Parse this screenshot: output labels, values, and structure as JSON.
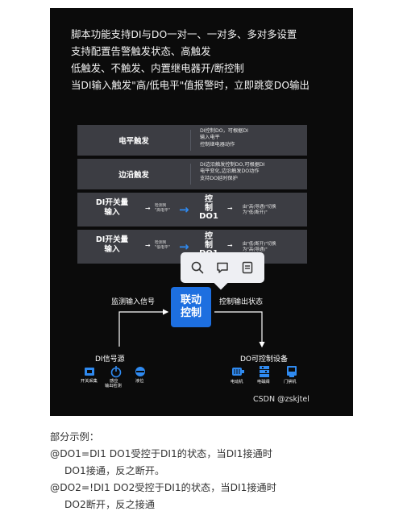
{
  "intro_lines": [
    "脚本功能支持DI与DO一对一、一对多、多对多设置",
    "支持配置告警触发状态、高触发",
    "低触发、不触发、内置继电器开/断控制",
    "当DI输入触发\"高/低电平\"值报警时，立即跳变DO输出"
  ],
  "table": {
    "rows": [
      {
        "label": "电平触发",
        "desc": [
          "DI控制DO，可根据DI",
          "输入电平",
          "控制继电器动作"
        ]
      },
      {
        "label": "边沿触发",
        "desc": [
          "DI边沿触发控制DO,可根据DI",
          "电平变化,边沿触发DO动作",
          "支持DO延时保护"
        ]
      }
    ],
    "di_rows": [
      {
        "label": [
          "DI开关量",
          "输入"
        ],
        "mini": [
          "检测到",
          "\"高电平\""
        ],
        "ctl": [
          "控",
          "制",
          "DO1"
        ],
        "ctl_desc": [
          "由\"高(导通)\"切换",
          "为\"低(断开)\""
        ]
      },
      {
        "label": [
          "DI开关量",
          "输入"
        ],
        "mini": [
          "检测到",
          "\"低电平\""
        ],
        "ctl": [
          "控",
          "制",
          "DO1"
        ],
        "ctl_desc": [
          "由\"低(断开)\"切换",
          "为\"高(导通)\""
        ]
      }
    ]
  },
  "toolbar": {
    "buttons": [
      {
        "icon": "search-icon"
      },
      {
        "icon": "comment-icon"
      },
      {
        "icon": "note-icon"
      }
    ]
  },
  "flow": {
    "center": [
      "联动",
      "控制"
    ],
    "left_label": "监测输入信号",
    "right_label": "控制输出状态",
    "source_label": "DI信号源",
    "device_label": "DO可控制设备",
    "source_icons": [
      {
        "icon": "switch-icon",
        "label": [
          "开关采集"
        ]
      },
      {
        "icon": "sensor-icon",
        "label": [
          "感应",
          "输出检测"
        ]
      },
      {
        "icon": "level-icon",
        "label": [
          "液位"
        ]
      }
    ],
    "device_icons": [
      {
        "icon": "motor-icon",
        "label": [
          "电动机"
        ]
      },
      {
        "icon": "valve-icon",
        "label": [
          "电磁阀"
        ]
      },
      {
        "icon": "door-icon",
        "label": [
          "门禁机"
        ]
      }
    ]
  },
  "credit": "CSDN @zskjtel",
  "example": {
    "title": "部分示例：",
    "lines": [
      "@DO1=DI1  DO1受控于DI1的状态，当DI1接通时",
      "DO1接通，反之断开。",
      "@DO2=!DI1  DO2受控于DI1的状态，当DI1接通时",
      "DO2断开，反之接通"
    ]
  },
  "colors": {
    "card_bg": "#0b0b0b",
    "row_bg": "#3c3d43",
    "accent": "#1d6fe0",
    "arrow": "#2f8af0"
  }
}
